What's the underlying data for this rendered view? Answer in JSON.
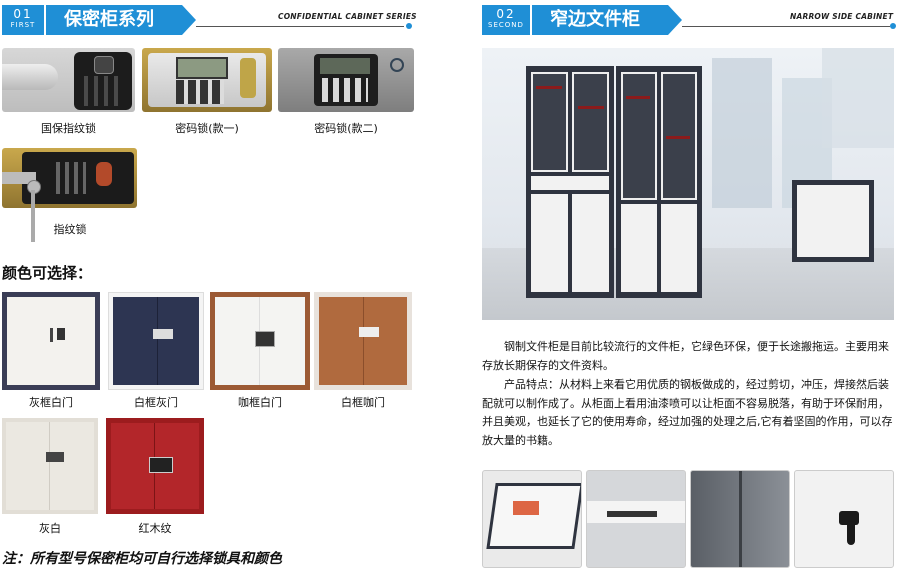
{
  "left": {
    "header": {
      "num": "01",
      "tag": "FIRST",
      "title": "保密柜系列",
      "subtitle": "CONFIDENTIAL CABINET SERIES"
    },
    "locks": [
      {
        "label": "国保指纹锁"
      },
      {
        "label": "密码锁(款一)"
      },
      {
        "label": "密码锁(款二)"
      },
      {
        "label": "指纹锁"
      }
    ],
    "colors_heading": "颜色可选择：",
    "colors": [
      {
        "label": "灰框白门",
        "frame": "#3a3d56",
        "door": "#f3f2ee"
      },
      {
        "label": "白框灰门",
        "frame": "#f4f4f4",
        "door": "#2d3552"
      },
      {
        "label": "咖框白门",
        "frame": "#9c5a35",
        "door": "#f4f4f2"
      },
      {
        "label": "白框咖门",
        "frame": "#e8e2dc",
        "door": "#b06a3e"
      },
      {
        "label": "灰白",
        "frame": "#e2ded6",
        "door": "#ebe8e1"
      },
      {
        "label": "红木纹",
        "frame": "#9c1c1e",
        "door": "#b3262a"
      }
    ],
    "note": "注：所有型号保密柜均可自行选择锁具和颜色"
  },
  "right": {
    "header": {
      "num": "02",
      "tag": "SECOND",
      "title": "窄边文件柜",
      "subtitle": "NARROW SIDE CABINET"
    },
    "para1": "钢制文件柜是目前比较流行的文件柜，它绿色环保，便于长途搬拖运。主要用来存放长期保存的文件资料。",
    "para2": "产品特点：从材料上来看它用优质的钢板做成的，经过剪切，冲压，焊接然后装配就可以制作成了。从柜面上看用油漆喷可以让柜面不容易脱落，有助于环保耐用，并且美观，也延长了它的使用寿命，经过加强的处理之后,它有着坚固的作用，可以存放大量的书籍。"
  },
  "colors": {
    "accent": "#1f8fd6",
    "cabinet_dark": "#2f3440",
    "cabinet_light": "#f2f2f2"
  }
}
